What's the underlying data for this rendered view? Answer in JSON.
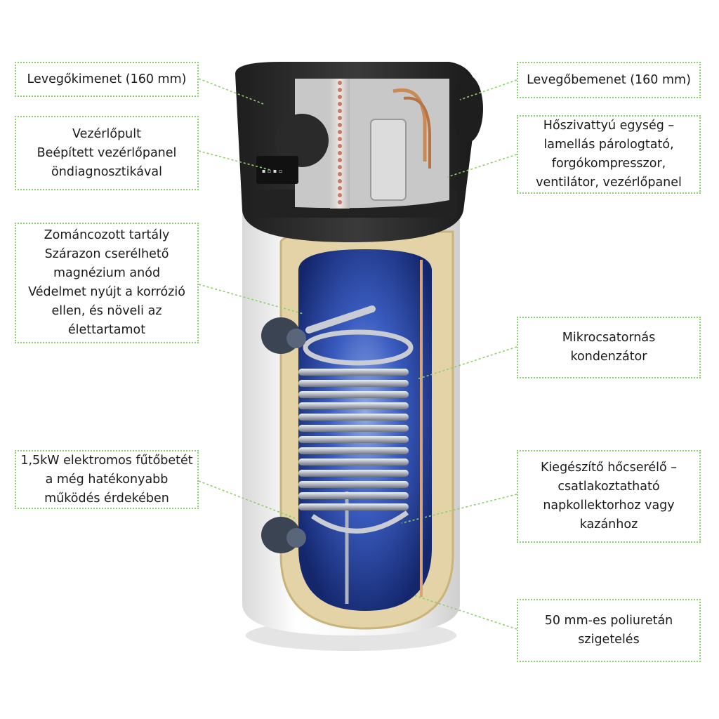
{
  "labels": {
    "air_outlet": "Levegőkimenet (160 mm)",
    "air_inlet": "Levegőbemenet (160 mm)",
    "control_panel": "Vezérlőpult\nBeépített vezérlőpanel\nöndiagnosztikával",
    "heat_pump_unit": "Hőszivattyú egység –\nlamellás párologtató,\nforgókompresszor,\nventilátor, vezérlőpanel",
    "enamel_tank": "Zománcozott tartály\nSzárazon cserélhető\nmagnézium anód\nVédelmet nyújt a korrózió\nellen, és növeli az\nélettartamot",
    "condenser": "Mikrocsatornás\nkondenzátor",
    "heating_element": "1,5kW elektromos fűtőbetét\na még hatékonyabb\nműködés érdekében",
    "extra_exchanger": "Kiegészítő hőcserélő –\ncsatlakoztatható\nnapkollektorhoz vagy\nkazánhoz",
    "insulation": "50 mm-es poliuretán\nszigetelés"
  },
  "colors": {
    "label_border": "#8fcf6f",
    "leader_line": "#8fcf6f",
    "head_casing": "#2b2b2b",
    "tank_shell": "#f2f2f2",
    "insulation": "#e3d3a6",
    "tank_interior": "#1f3a8f",
    "coil": "#c9ccd3",
    "connector": "#3a4452"
  }
}
